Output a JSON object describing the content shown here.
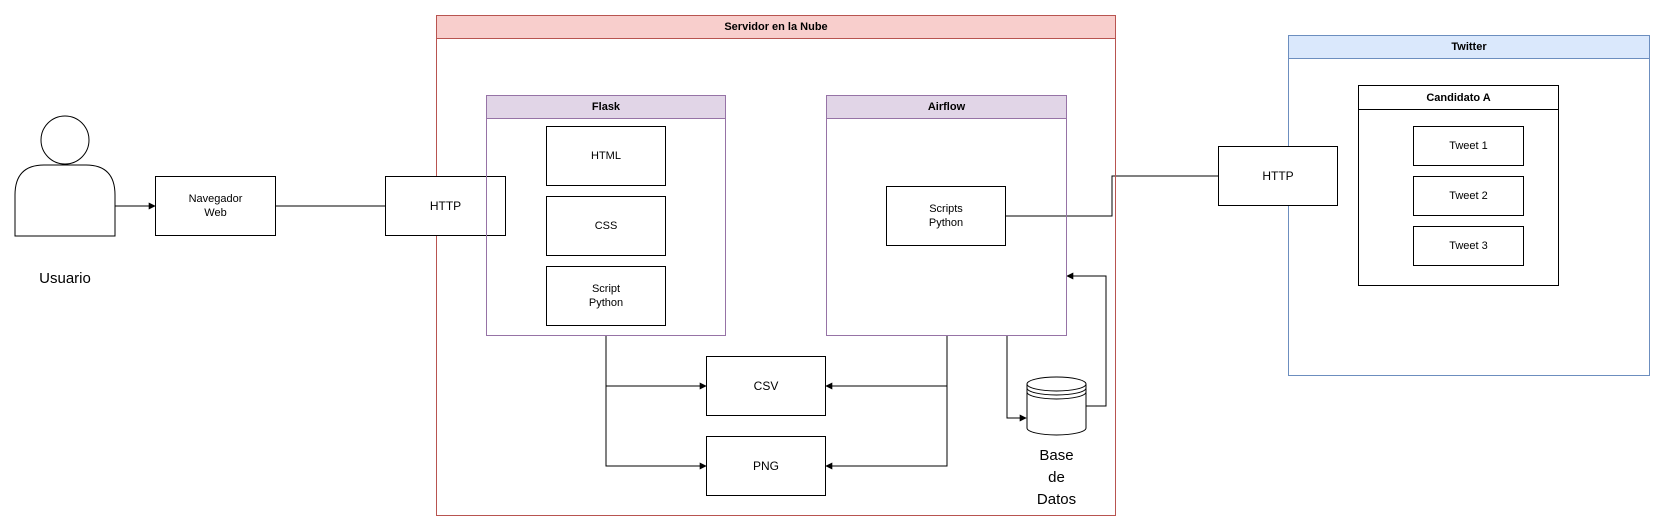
{
  "user": {
    "label": "Usuario"
  },
  "browser": {
    "label": "Navegador\nWeb"
  },
  "http_left": {
    "label": "HTTP"
  },
  "http_right": {
    "label": "HTTP"
  },
  "server": {
    "title": "Servidor en la Nube",
    "color": "#b85450",
    "fill": "#f8cecc"
  },
  "flask": {
    "title": "Flask",
    "color": "#9673a6",
    "fill": "#e1d5e7",
    "items": [
      {
        "label": "HTML"
      },
      {
        "label": "CSS"
      },
      {
        "label": "Script\nPython"
      }
    ]
  },
  "airflow": {
    "title": "Airflow",
    "color": "#9673a6",
    "fill": "#e1d5e7",
    "scripts": {
      "label": "Scripts\nPython"
    }
  },
  "csv": {
    "label": "CSV"
  },
  "png": {
    "label": "PNG"
  },
  "database": {
    "label": "Base\nde\nDatos",
    "icon": "database-cylinder-icon"
  },
  "twitter": {
    "title": "Twitter",
    "color": "#6c8ebf",
    "fill": "#dae8fc",
    "candidate": {
      "title": "Candidato A",
      "tweets": [
        {
          "label": "Tweet 1"
        },
        {
          "label": "Tweet 2"
        },
        {
          "label": "Tweet 3"
        }
      ]
    }
  }
}
